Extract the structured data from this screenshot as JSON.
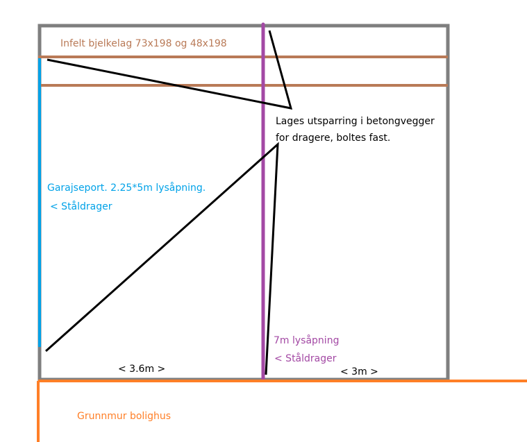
{
  "colors": {
    "wall": "#7f7f7f",
    "joist": "#b97a57",
    "garage_beam": "#00a2e8",
    "center_beam": "#a349a4",
    "foundation": "#ff7f27",
    "annotation": "#000000"
  },
  "labels": {
    "joist_label": "Infelt bjelkelag 73x198 og 48x198",
    "cutout_line1": "Lages utsparring i betongvegger",
    "cutout_line2": "for dragere, boltes fast.",
    "garage_door": "Garajseport. 2.25*5m lysåpning.",
    "garage_beam": "< Ståldrager",
    "center_opening": "7m lysåpning",
    "center_beam": "< Ståldrager",
    "left_span": "< 3.6m >",
    "right_span": "< 3m >",
    "foundation": "Grunnmur bolighus"
  }
}
